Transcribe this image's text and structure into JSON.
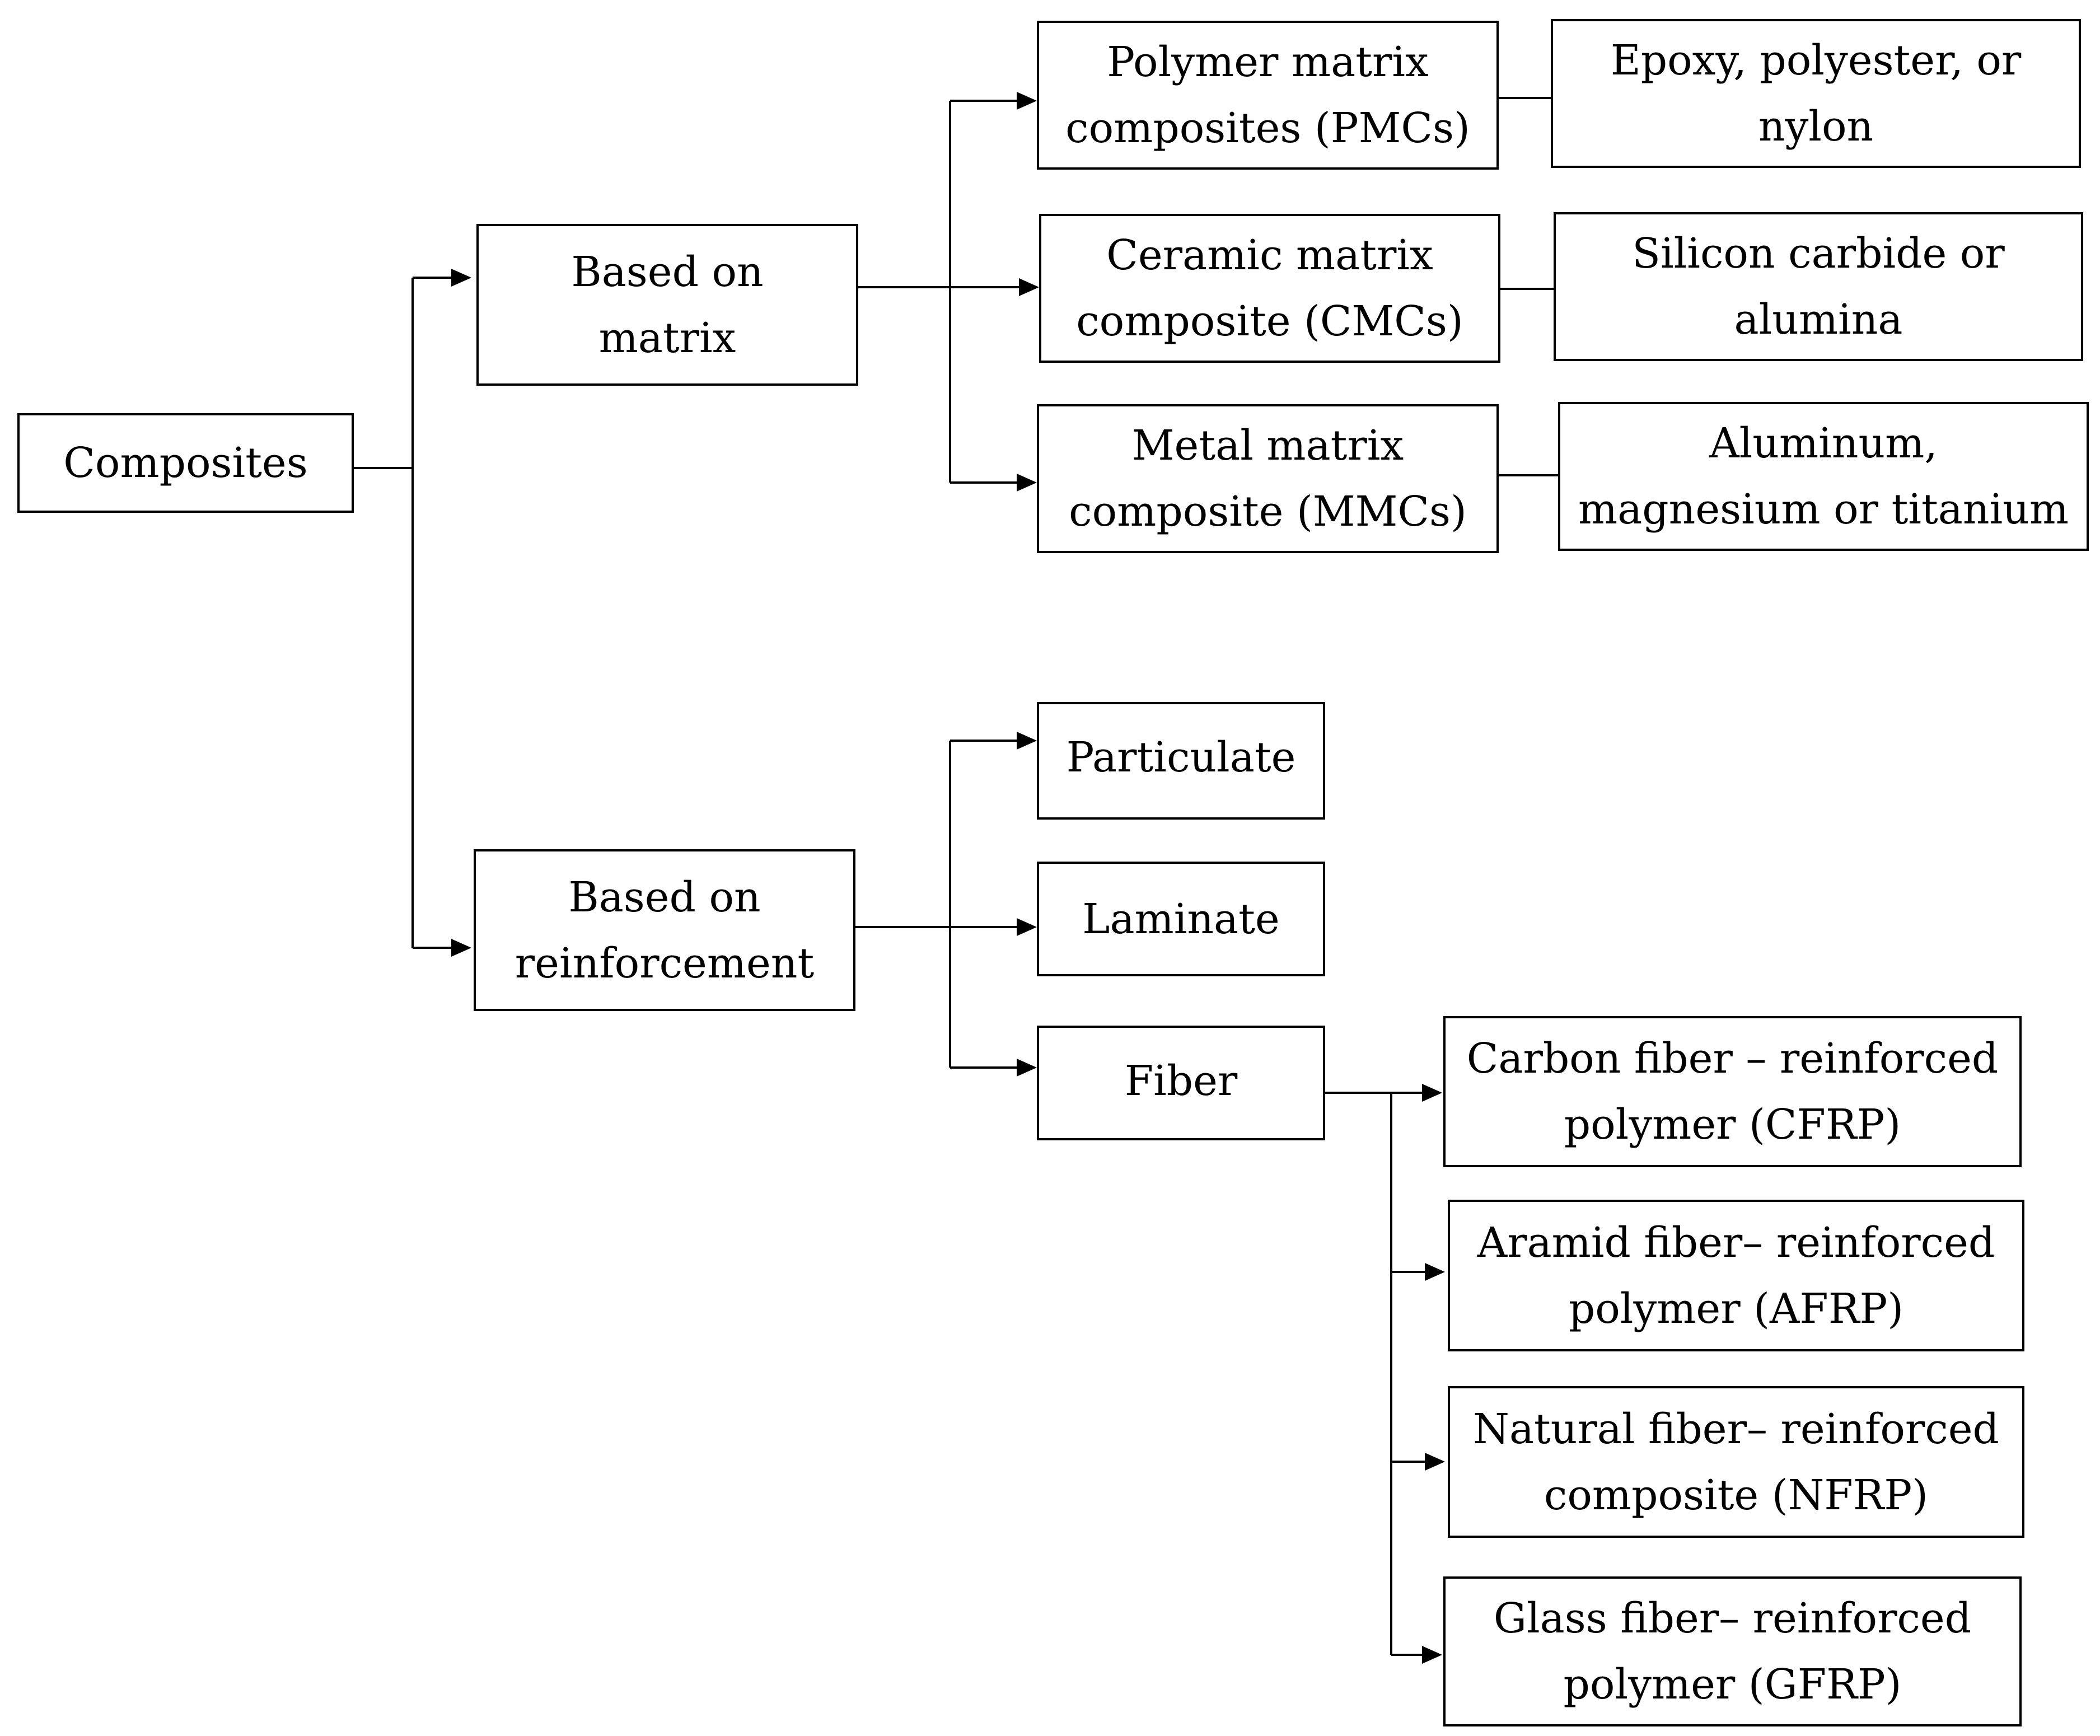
{
  "diagram": {
    "root": "Composites",
    "matrix_group": {
      "label": "Based on\nmatrix",
      "items": [
        {
          "label": "Polymer matrix\ncomposites (PMCs)",
          "example": "Epoxy, polyester, or\nnylon"
        },
        {
          "label": "Ceramic matrix\ncomposite (CMCs)",
          "example": "Silicon carbide or\nalumina"
        },
        {
          "label": "Metal matrix\ncomposite (MMCs)",
          "example": "Aluminum,\nmagnesium or titanium"
        }
      ]
    },
    "reinforcement_group": {
      "label": "Based on\nreinforcement",
      "items": [
        {
          "label": "Particulate"
        },
        {
          "label": "Laminate"
        },
        {
          "label": "Fiber"
        }
      ],
      "fiber_types": [
        {
          "label": "Carbon fiber – reinforced\npolymer (CFRP)"
        },
        {
          "label": "Aramid fiber– reinforced\npolymer (AFRP)"
        },
        {
          "label": "Natural fiber– reinforced\ncomposite (NFRP)"
        },
        {
          "label": "Glass fiber– reinforced\npolymer (GFRP)"
        }
      ]
    }
  }
}
